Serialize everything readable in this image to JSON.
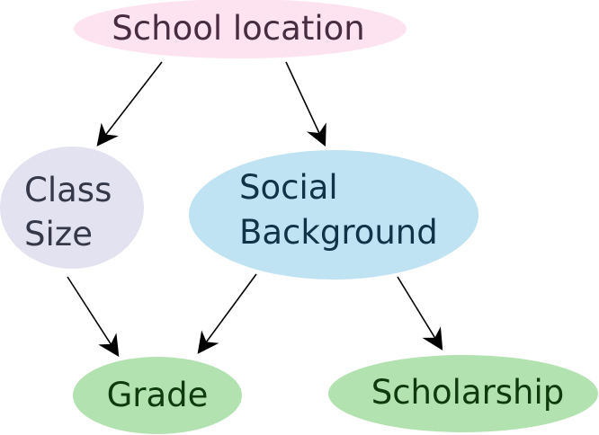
{
  "nodes": {
    "school_location": {
      "label": "School location",
      "fill": "#fde2ef",
      "text_color": "#4a2c40"
    },
    "class_size": {
      "lines": [
        "Class",
        "Size"
      ],
      "fill": "#e3e2f0",
      "text_color": "#353848"
    },
    "social_background": {
      "lines": [
        "Social",
        "Background"
      ],
      "fill": "#bfe3f2",
      "text_color": "#103347"
    },
    "grade": {
      "label": "Grade",
      "fill": "#b2e2b0",
      "text_color": "#0e3a0e"
    },
    "scholarship": {
      "label": "Scholarship",
      "fill": "#b2e2b0",
      "text_color": "#0e3a0e"
    }
  },
  "edges": [
    {
      "from": "school_location",
      "to": "class_size"
    },
    {
      "from": "school_location",
      "to": "social_background"
    },
    {
      "from": "class_size",
      "to": "grade"
    },
    {
      "from": "social_background",
      "to": "grade"
    },
    {
      "from": "social_background",
      "to": "scholarship"
    }
  ],
  "edge_color": "#000000"
}
